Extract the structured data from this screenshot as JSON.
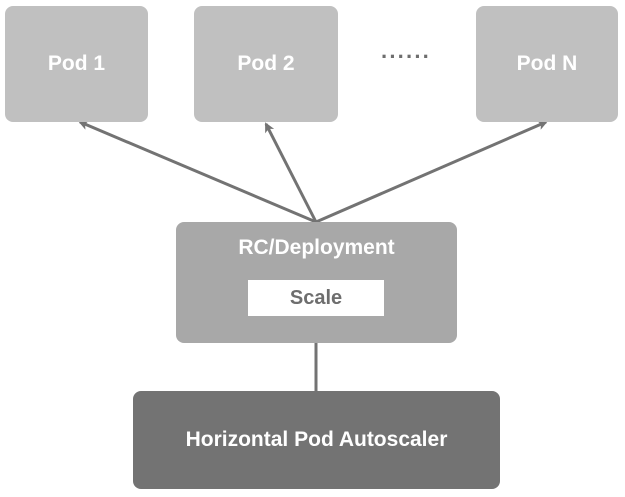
{
  "pods": {
    "pod1_label": "Pod 1",
    "pod2_label": "Pod 2",
    "ellipsis": "······",
    "podN_label": "Pod N"
  },
  "controller": {
    "title": "RC/Deployment",
    "scale_label": "Scale"
  },
  "autoscaler": {
    "label": "Horizontal Pod Autoscaler"
  },
  "colors": {
    "pod_box": "#c0c0c0",
    "controller_box": "#a8a8a8",
    "autoscaler_box": "#737373",
    "arrow": "#737373",
    "text_light": "#ffffff",
    "text_dark": "#6e6e6e"
  }
}
